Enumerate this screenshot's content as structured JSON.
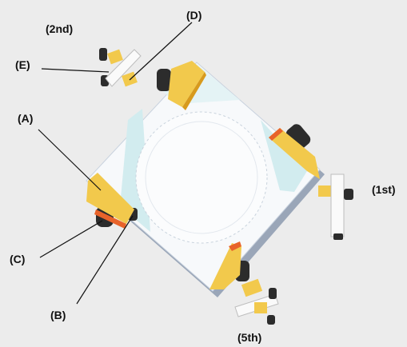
{
  "labels": {
    "second": "(2nd)",
    "d": "(D)",
    "e": "(E)",
    "a": "(A)",
    "first": "(1st)",
    "c": "(C)",
    "b": "(B)",
    "fifth": "(5th)"
  },
  "colors": {
    "background": "#ececec",
    "body_top": "#f7f9fb",
    "body_side": "#9aa6b8",
    "panel": "#d2ecef",
    "bracket": "#f2c94c",
    "bracket_dark": "#d79a1d",
    "bracket_accent": "#e8632a",
    "wheel": "#2c2c2c",
    "part_white": "#fafafa"
  }
}
